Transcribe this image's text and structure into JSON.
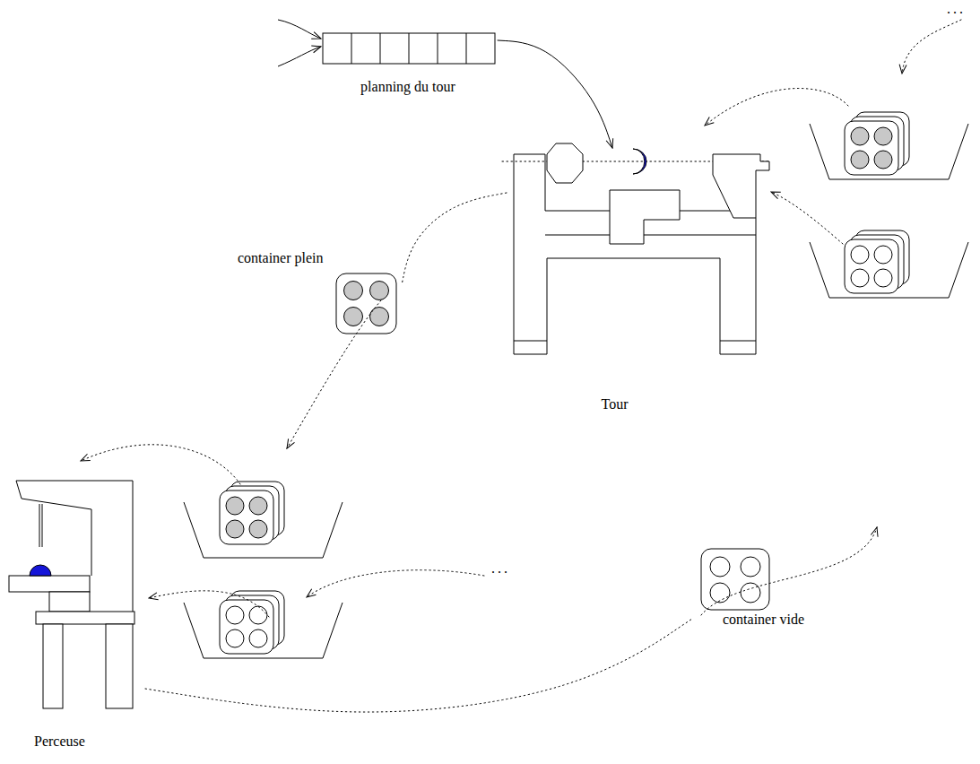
{
  "diagram": {
    "nodes": [
      {
        "text": [
          "planning du tour"
        ]
      },
      {
        "text": [
          "Tour"
        ]
      },
      {
        "text": [
          "container plein"
        ]
      },
      {
        "text": [
          "container vide"
        ]
      },
      {
        "text": [
          "Perceuse"
        ]
      }
    ],
    "edges": [
      {
        "from": 0,
        "to": 1,
        "arrow": "to"
      },
      {
        "from": 1,
        "to": 2,
        "arrow": "none"
      },
      {
        "from": 4,
        "to": 3,
        "arrow": "none"
      }
    ],
    "labels": [
      "...",
      "..."
    ]
  }
}
